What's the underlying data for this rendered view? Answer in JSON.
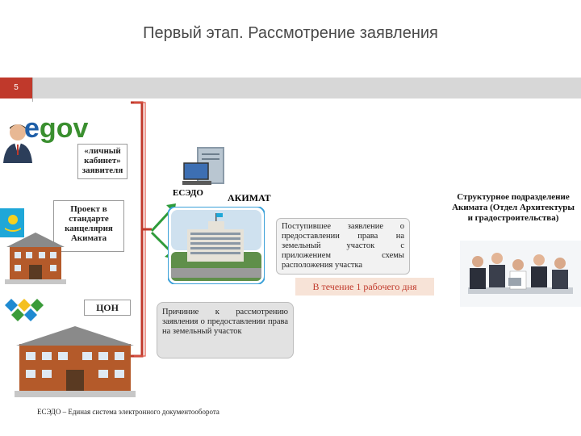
{
  "title": "Первый этап. Рассмотрение заявления",
  "slide_number": "5",
  "egov_logo": {
    "e": "e",
    "gov": "gov"
  },
  "applicant_box": "«личный кабинет» заявителя",
  "chancellery_box": "Проект в стандарте канцелярия Акимата",
  "con_label": "ЦОН",
  "esedo_label": "ЕСЭДО",
  "akimat_label": "АКИМАТ",
  "incoming_note": "Поступившее заявление о предоставлении права на земельный участок с приложением схемы расположения участка",
  "deadline_label": "В течение 1 рабочего дня",
  "reason_note": "Причиние к рассмотрению заявления о предоставлении права на земельный участок",
  "structural_unit": "Структурное подразделение Акимата (Отдел Архитектуры и градостроительства)",
  "footnote": "ЕСЭДО – Единая система электронного документооборота",
  "colors": {
    "accent_red": "#c0392b",
    "arrow_green": "#2e9b3a",
    "egov_green": "#3a8f2f",
    "egov_blue": "#1f5fa8"
  }
}
